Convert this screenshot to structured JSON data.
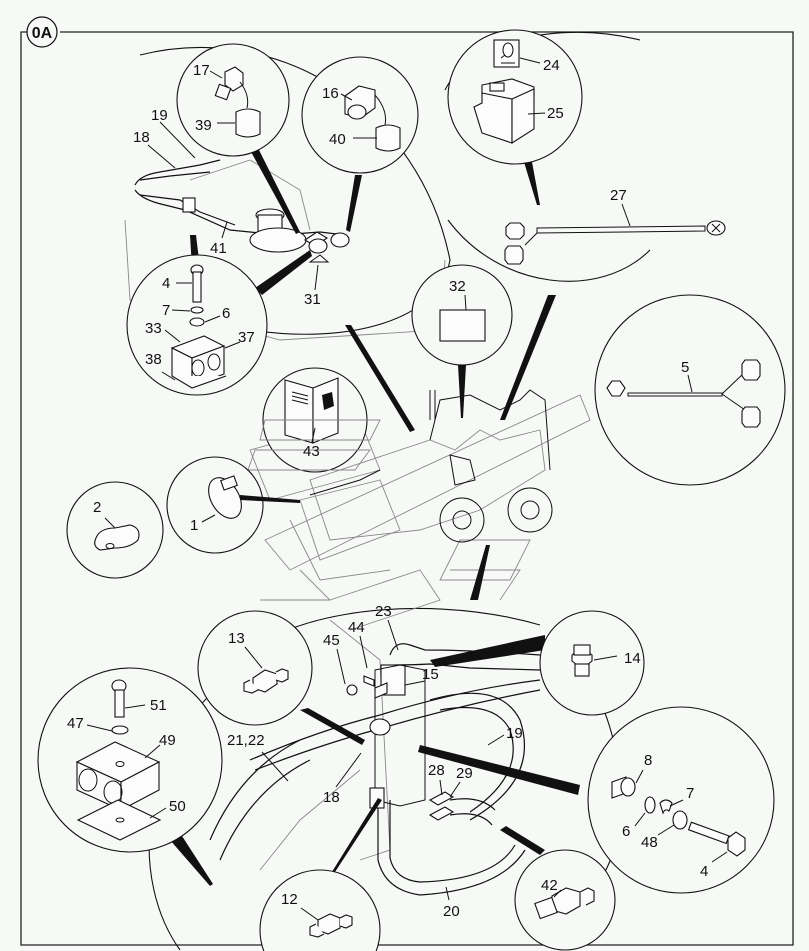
{
  "diagram": {
    "section_tag": "0A",
    "background_color": "#f7f9f7",
    "line_color": "#111111",
    "center_illustration": "backhoe-loader",
    "callouts": [
      {
        "id": "top-left-hoses",
        "labels": [
          "19",
          "18",
          "41",
          "31"
        ]
      },
      {
        "id": "detail-17-39",
        "labels": [
          "17",
          "39"
        ],
        "parts": [
          "coupling",
          "dust-cap"
        ]
      },
      {
        "id": "detail-16-40",
        "labels": [
          "16",
          "40"
        ],
        "parts": [
          "coupling",
          "dust-cap"
        ]
      },
      {
        "id": "detail-24-25",
        "labels": [
          "24",
          "25"
        ],
        "parts": [
          "switch-symbol",
          "rocker-switch"
        ]
      },
      {
        "id": "harness-27",
        "labels": [
          "27"
        ],
        "parts": [
          "wiring-harness"
        ]
      },
      {
        "id": "clamp-assembly-top",
        "labels": [
          "4",
          "7",
          "6",
          "33",
          "37",
          "38"
        ],
        "parts": [
          "bolt",
          "washer",
          "washer",
          "clamp-half",
          "clamp-block",
          "base-plate"
        ]
      },
      {
        "id": "detail-32",
        "labels": [
          "32"
        ],
        "parts": [
          "label-decal"
        ]
      },
      {
        "id": "harness-5",
        "labels": [
          "5"
        ],
        "parts": [
          "wiring-harness"
        ]
      },
      {
        "id": "detail-43",
        "labels": [
          "43"
        ],
        "parts": [
          "manual"
        ]
      },
      {
        "id": "detail-1",
        "labels": [
          "1"
        ],
        "parts": [
          "hose-clip"
        ]
      },
      {
        "id": "detail-2",
        "labels": [
          "2"
        ],
        "parts": [
          "p-clip"
        ]
      },
      {
        "id": "detail-13",
        "labels": [
          "13"
        ],
        "parts": [
          "adapter"
        ]
      },
      {
        "id": "detail-14",
        "labels": [
          "14"
        ],
        "parts": [
          "adapter"
        ]
      },
      {
        "id": "valve-assembly",
        "labels": [
          "23",
          "44",
          "45",
          "15",
          "21,22",
          "18",
          "19",
          "28",
          "29",
          "20"
        ]
      },
      {
        "id": "clamp-assembly-bottom",
        "labels": [
          "51",
          "47",
          "49",
          "50"
        ],
        "parts": [
          "bolt",
          "washer",
          "clamp-block",
          "base-plate"
        ]
      },
      {
        "id": "bolt-assembly",
        "labels": [
          "8",
          "7",
          "6",
          "48",
          "4"
        ],
        "parts": [
          "spacer",
          "washer",
          "washer",
          "nut",
          "bolt"
        ]
      },
      {
        "id": "detail-12",
        "labels": [
          "12"
        ],
        "parts": [
          "adapter"
        ]
      },
      {
        "id": "detail-42",
        "labels": [
          "42"
        ],
        "parts": [
          "adapter"
        ]
      }
    ],
    "labels": {
      "l17": "17",
      "l39": "39",
      "l16": "16",
      "l40": "40",
      "l19a": "19",
      "l18a": "18",
      "l41": "41",
      "l31": "31",
      "l24": "24",
      "l25": "25",
      "l27": "27",
      "l4a": "4",
      "l7a": "7",
      "l6a": "6",
      "l33": "33",
      "l37": "37",
      "l38": "38",
      "l32": "32",
      "l5": "5",
      "l43": "43",
      "l1": "1",
      "l2": "2",
      "l13": "13",
      "l14": "14",
      "l23": "23",
      "l44": "44",
      "l45": "45",
      "l15": "15",
      "l2122": "21,22",
      "l18b": "18",
      "l19b": "19",
      "l28": "28",
      "l29": "29",
      "l20": "20",
      "l51": "51",
      "l47": "47",
      "l49": "49",
      "l50": "50",
      "l8": "8",
      "l7b": "7",
      "l6b": "6",
      "l48": "48",
      "l4b": "4",
      "l12": "12",
      "l42": "42"
    }
  }
}
